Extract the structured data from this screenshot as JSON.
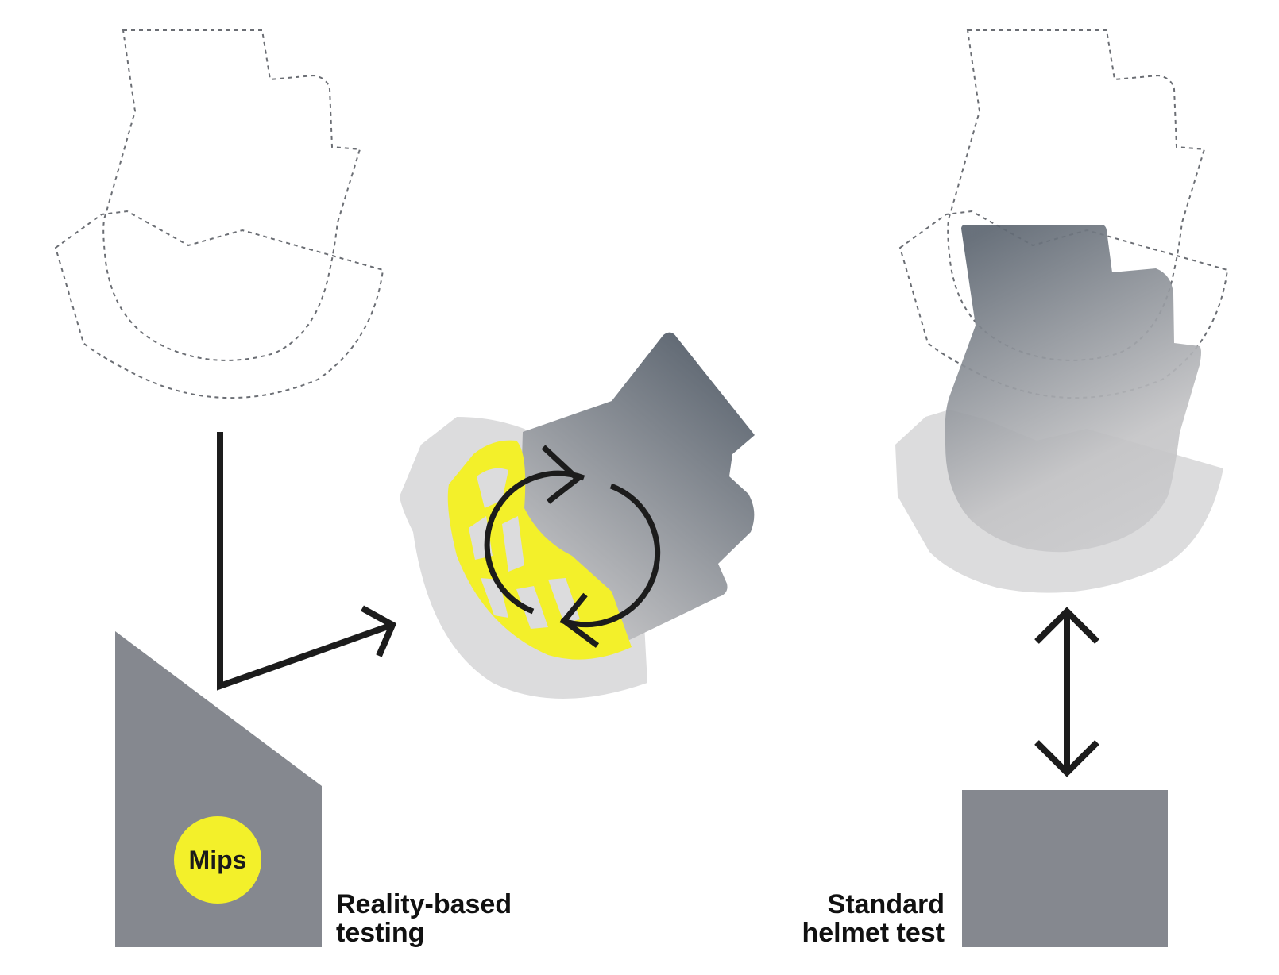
{
  "badge": {
    "text": "Mips"
  },
  "left_label": {
    "line1": "Reality-based",
    "line2": "testing"
  },
  "right_label": {
    "line1": "Standard",
    "line2": "helmet test"
  },
  "colors": {
    "anvil": "#85888f",
    "shell": "#dcdcdd",
    "liner_yellow": "#f3f02a",
    "arrow": "#1c1c1c",
    "dashed_outline": "#6b6e74",
    "head_dark": "#5c6570",
    "head_light": "#c4c4c6"
  },
  "icons": {
    "rotation": "circular-arrows-icon",
    "oblique_direction": "l-shaped-arrow-icon",
    "vertical_direction": "double-headed-arrow-icon"
  }
}
